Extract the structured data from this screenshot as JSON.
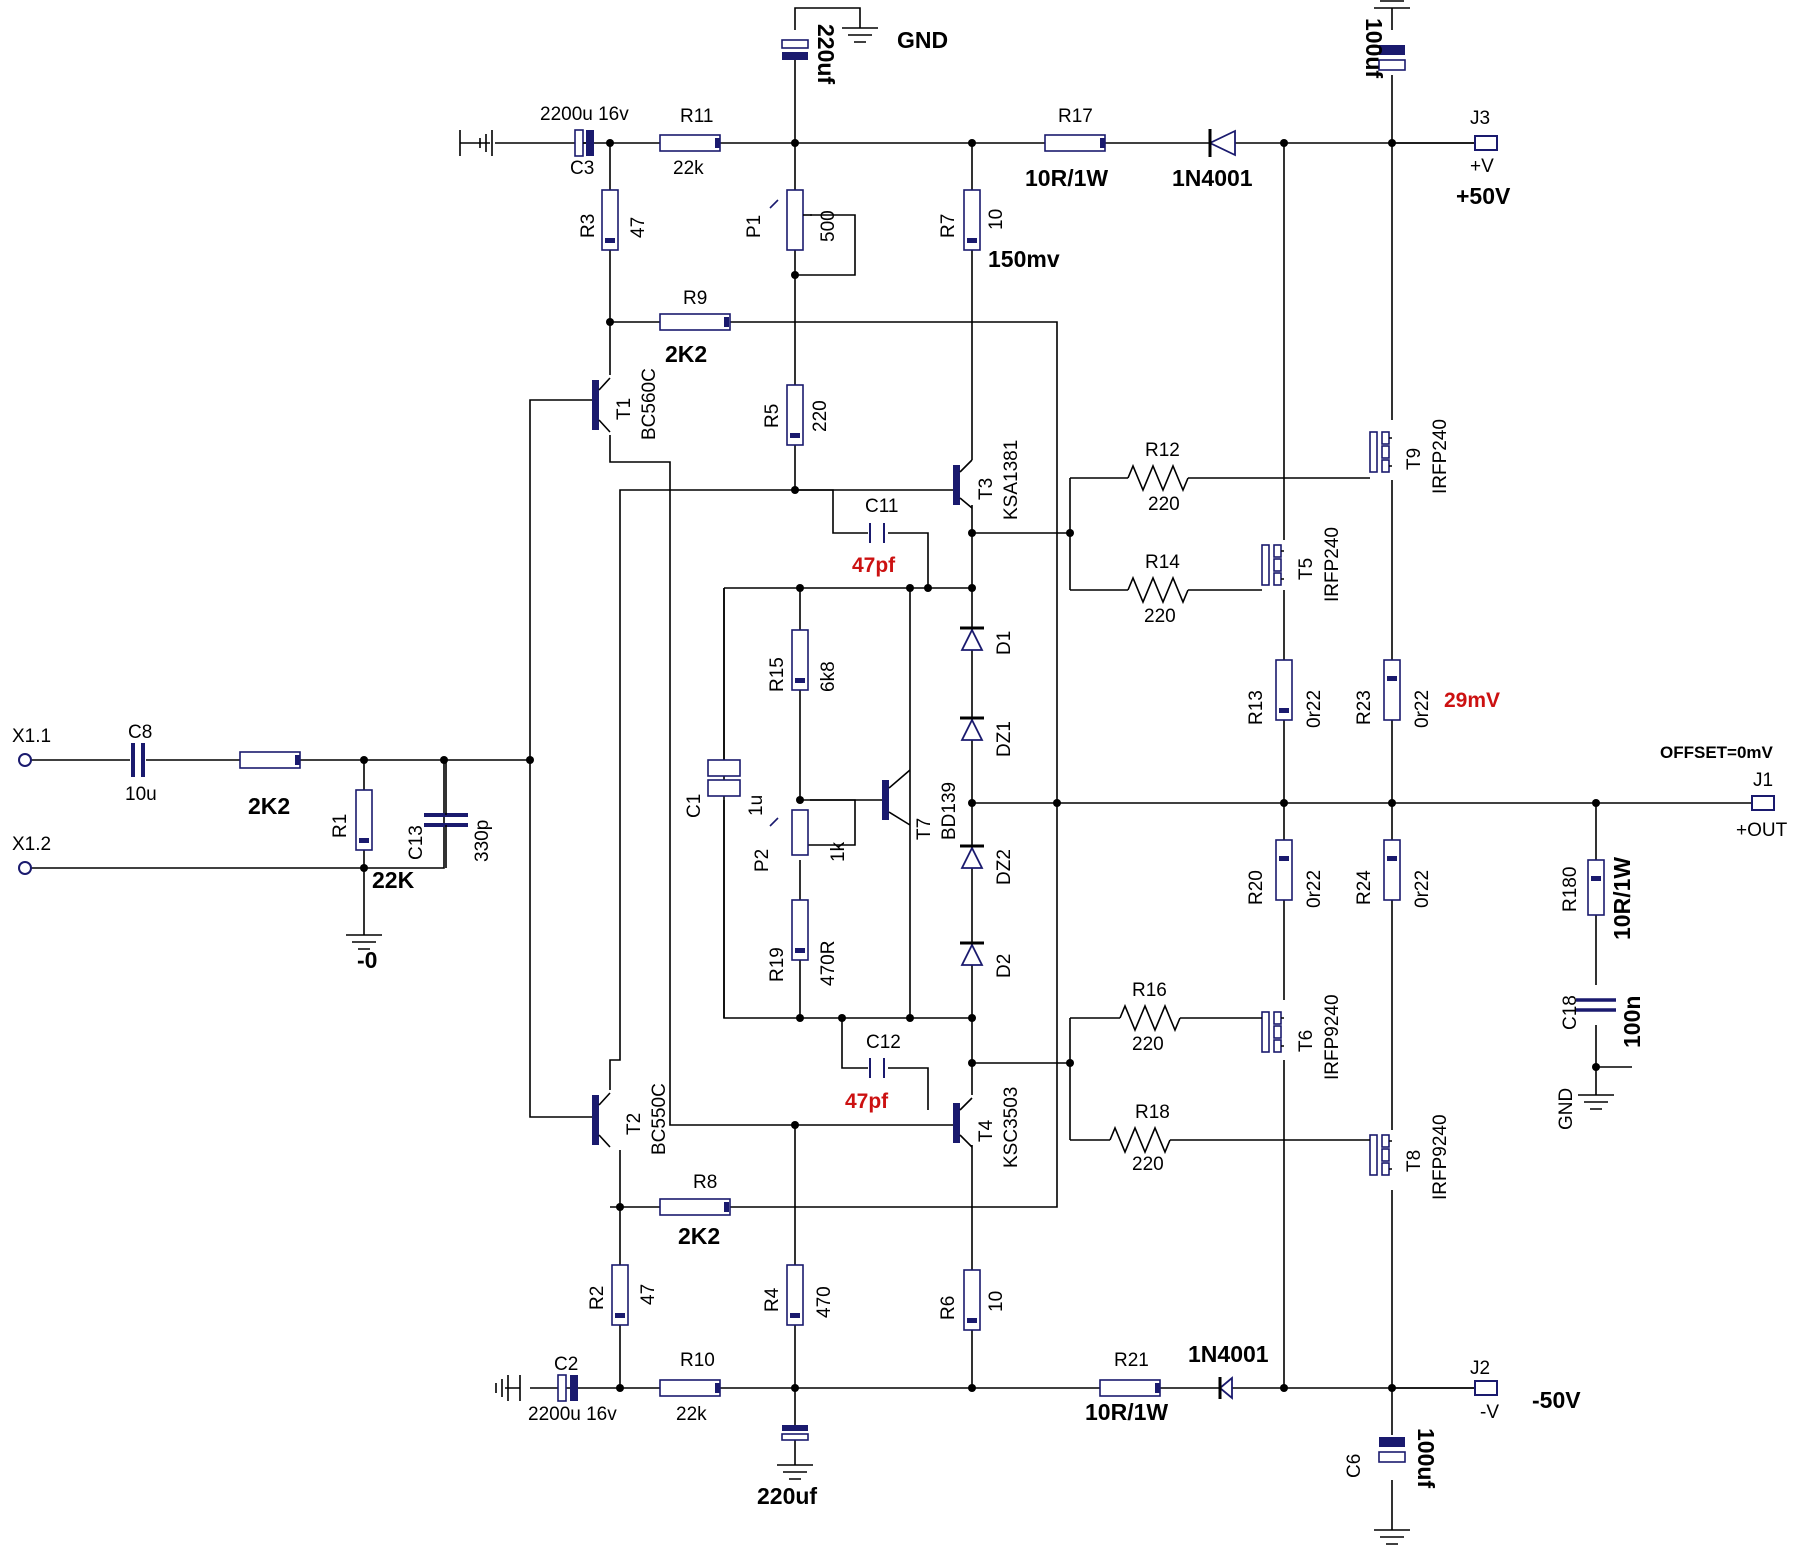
{
  "schematic": {
    "net_labels": {
      "gnd_top": "GND",
      "vplus_pin": "+V",
      "vplus": "+50V",
      "vminus_pin": "-V",
      "vminus": "-50V",
      "out_pin": "+OUT",
      "offset": "OFFSET=0mV",
      "gnd_zobel": "GND",
      "gnd_input": "-0",
      "r7_voltage": "150mv",
      "r23_voltage": "29mV"
    },
    "connectors": {
      "x11": "X1.1",
      "x12": "X1.2",
      "j1": "J1",
      "j2": "J2",
      "j3": "J3"
    },
    "capacitors": {
      "c8": {
        "name": "C8",
        "value": "10u"
      },
      "c13": {
        "name": "C13",
        "value": "330p"
      },
      "c3": {
        "name": "C3",
        "value": "2200u 16v"
      },
      "c2": {
        "name": "C2",
        "value": "2200u 16v"
      },
      "c_top": {
        "value": "220uf"
      },
      "c_bot": {
        "value": "220uf"
      },
      "c11": {
        "name": "C11",
        "value": "47pf"
      },
      "c12": {
        "name": "C12",
        "value": "47pf"
      },
      "c1": {
        "name": "C1",
        "value": "1u"
      },
      "c5": {
        "value": "100uf"
      },
      "c6": {
        "name": "C6",
        "value": "100uf"
      },
      "c18": {
        "name": "C18",
        "value": "100n"
      }
    },
    "resistors": {
      "r_in": {
        "value": "2K2"
      },
      "r1": {
        "name": "R1",
        "value": "22K"
      },
      "r11": {
        "name": "R11",
        "value": "22k"
      },
      "r10": {
        "name": "R10",
        "value": "22k"
      },
      "r3": {
        "name": "R3",
        "value": "47"
      },
      "r2": {
        "name": "R2",
        "value": "47"
      },
      "r9": {
        "name": "R9",
        "value": "2K2"
      },
      "r8": {
        "name": "R8",
        "value": "2K2"
      },
      "r5": {
        "name": "R5",
        "value": "220"
      },
      "r4": {
        "name": "R4",
        "value": "470"
      },
      "r7": {
        "name": "R7",
        "value": "10"
      },
      "r6": {
        "name": "R6",
        "value": "10"
      },
      "r17": {
        "name": "R17",
        "value": "10R/1W"
      },
      "r21": {
        "name": "R21",
        "value": "10R/1W"
      },
      "r15": {
        "name": "R15",
        "value": "6k8"
      },
      "r19": {
        "name": "R19",
        "value": "470R"
      },
      "r12": {
        "name": "R12",
        "value": "220"
      },
      "r14": {
        "name": "R14",
        "value": "220"
      },
      "r16": {
        "name": "R16",
        "value": "220"
      },
      "r18": {
        "name": "R18",
        "value": "220"
      },
      "r13": {
        "name": "R13",
        "value": "0r22"
      },
      "r23": {
        "name": "R23",
        "value": "0r22"
      },
      "r20": {
        "name": "R20",
        "value": "0r22"
      },
      "r24": {
        "name": "R24",
        "value": "0r22"
      },
      "r180": {
        "name": "R180",
        "value": "10R/1W"
      }
    },
    "pots": {
      "p1": {
        "name": "P1",
        "value": "500"
      },
      "p2": {
        "name": "P2",
        "value": "1k"
      }
    },
    "diodes": {
      "d_top": {
        "value": "1N4001"
      },
      "d_bot": {
        "value": "1N4001"
      },
      "d1": {
        "name": "D1"
      },
      "d2": {
        "name": "D2"
      },
      "dz1": {
        "name": "DZ1"
      },
      "dz2": {
        "name": "DZ2"
      }
    },
    "transistors": {
      "t1": {
        "name": "T1",
        "part": "BC560C"
      },
      "t2": {
        "name": "T2",
        "part": "BC550C"
      },
      "t3": {
        "name": "T3",
        "part": "KSA1381"
      },
      "t4": {
        "name": "T4",
        "part": "KSC3503"
      },
      "t7": {
        "name": "T7",
        "part": "BD139"
      },
      "t9": {
        "name": "T9",
        "part": "IRFP240"
      },
      "t5": {
        "name": "T5",
        "part": "IRFP240"
      },
      "t6": {
        "name": "T6",
        "part": "IRFP9240"
      },
      "t8": {
        "name": "T8",
        "part": "IRFP9240"
      }
    }
  }
}
